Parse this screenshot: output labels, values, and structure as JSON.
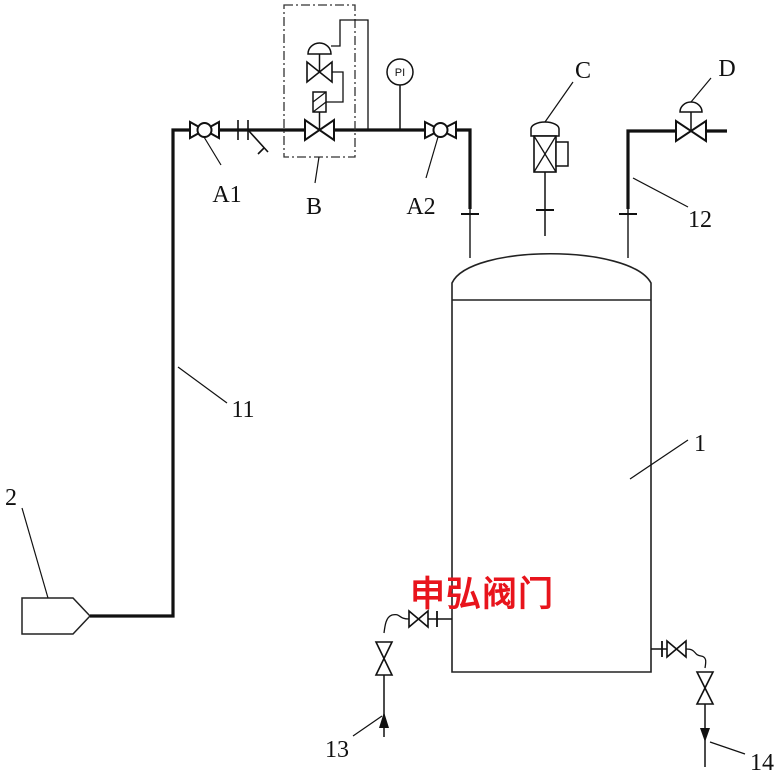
{
  "labels": {
    "tank": "1",
    "source": "2",
    "inlet_line": "11",
    "vent_line": "12",
    "bottom_inlet": "13",
    "bottom_outlet": "14",
    "valve_a1": "A1",
    "valve_a2": "A2",
    "regulator": "B",
    "breather_valve": "C",
    "vent_valve": "D",
    "pressure_indicator": "PI"
  },
  "watermark": {
    "text": "申弘阀门",
    "color": "#e8141c"
  }
}
